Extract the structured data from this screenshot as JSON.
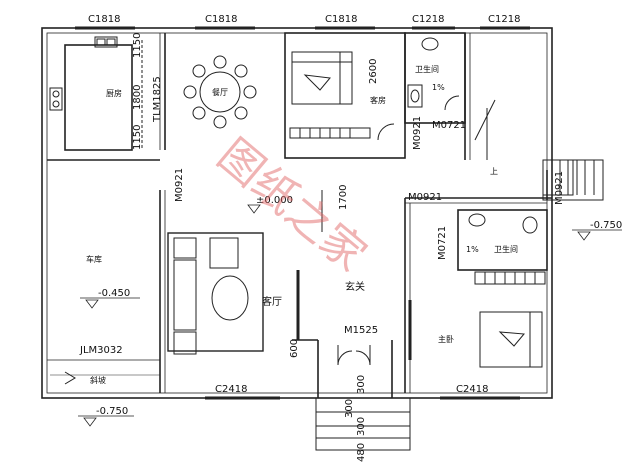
{
  "windows": {
    "top": [
      "C1818",
      "C1818",
      "C1818",
      "C1218",
      "C1218"
    ],
    "bottom": [
      "C2418",
      "C2418"
    ]
  },
  "rooms": {
    "kitchen": "厨房",
    "dining": "餐厅",
    "bedroom1_note": "客房",
    "bath1": "卫生间",
    "bath1_slope": "1%",
    "stair_up": "上",
    "garage": "车库",
    "living": "客厅",
    "foyer": "玄关",
    "bath2": "卫生间",
    "bath2_slope": "1%",
    "master": "主卧",
    "ramp": "斜坡"
  },
  "dimensions": {
    "kitchen_v": [
      "1150",
      "1800",
      "1150"
    ],
    "bedroom_depth": "2600",
    "foyer_depth": "1700",
    "step_600": "600",
    "steps": [
      "300",
      "300",
      "300",
      "480"
    ]
  },
  "door_codes": {
    "tlm": "TLM1825",
    "m0921_left": "M0921",
    "m0921_bed": "M0921",
    "m0721_bath": "M0721",
    "m0921_right": "M0921",
    "m0921_master": "M0921",
    "m0721_bath2": "M0721",
    "main_door": "M1525",
    "garage_door": "JLM3032"
  },
  "levels": {
    "floor": "±0.000",
    "garage": "-0.450",
    "outside_left": "-0.750",
    "outside_right": "-0.750"
  },
  "watermark": "图纸之家"
}
